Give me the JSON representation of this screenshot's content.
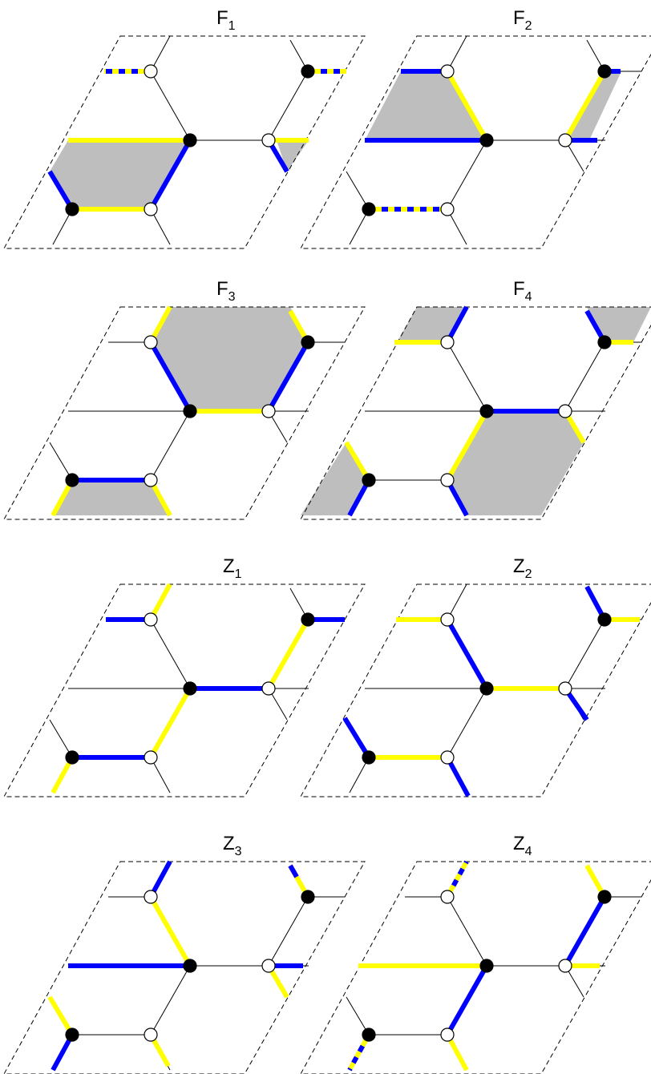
{
  "panels": [
    {
      "letter": "F",
      "index": "1"
    },
    {
      "letter": "F",
      "index": "2"
    },
    {
      "letter": "F",
      "index": "3"
    },
    {
      "letter": "F",
      "index": "4"
    },
    {
      "letter": "Z",
      "index": "1"
    },
    {
      "letter": "Z",
      "index": "2"
    },
    {
      "letter": "Z",
      "index": "3"
    },
    {
      "letter": "Z",
      "index": "4"
    }
  ],
  "colors": {
    "blue": "#0000ff",
    "yellow": "#ffff00",
    "shade": "#bebebe",
    "edge": "#000000",
    "black_vertex": "#000000",
    "white_vertex": "#ffffff"
  }
}
